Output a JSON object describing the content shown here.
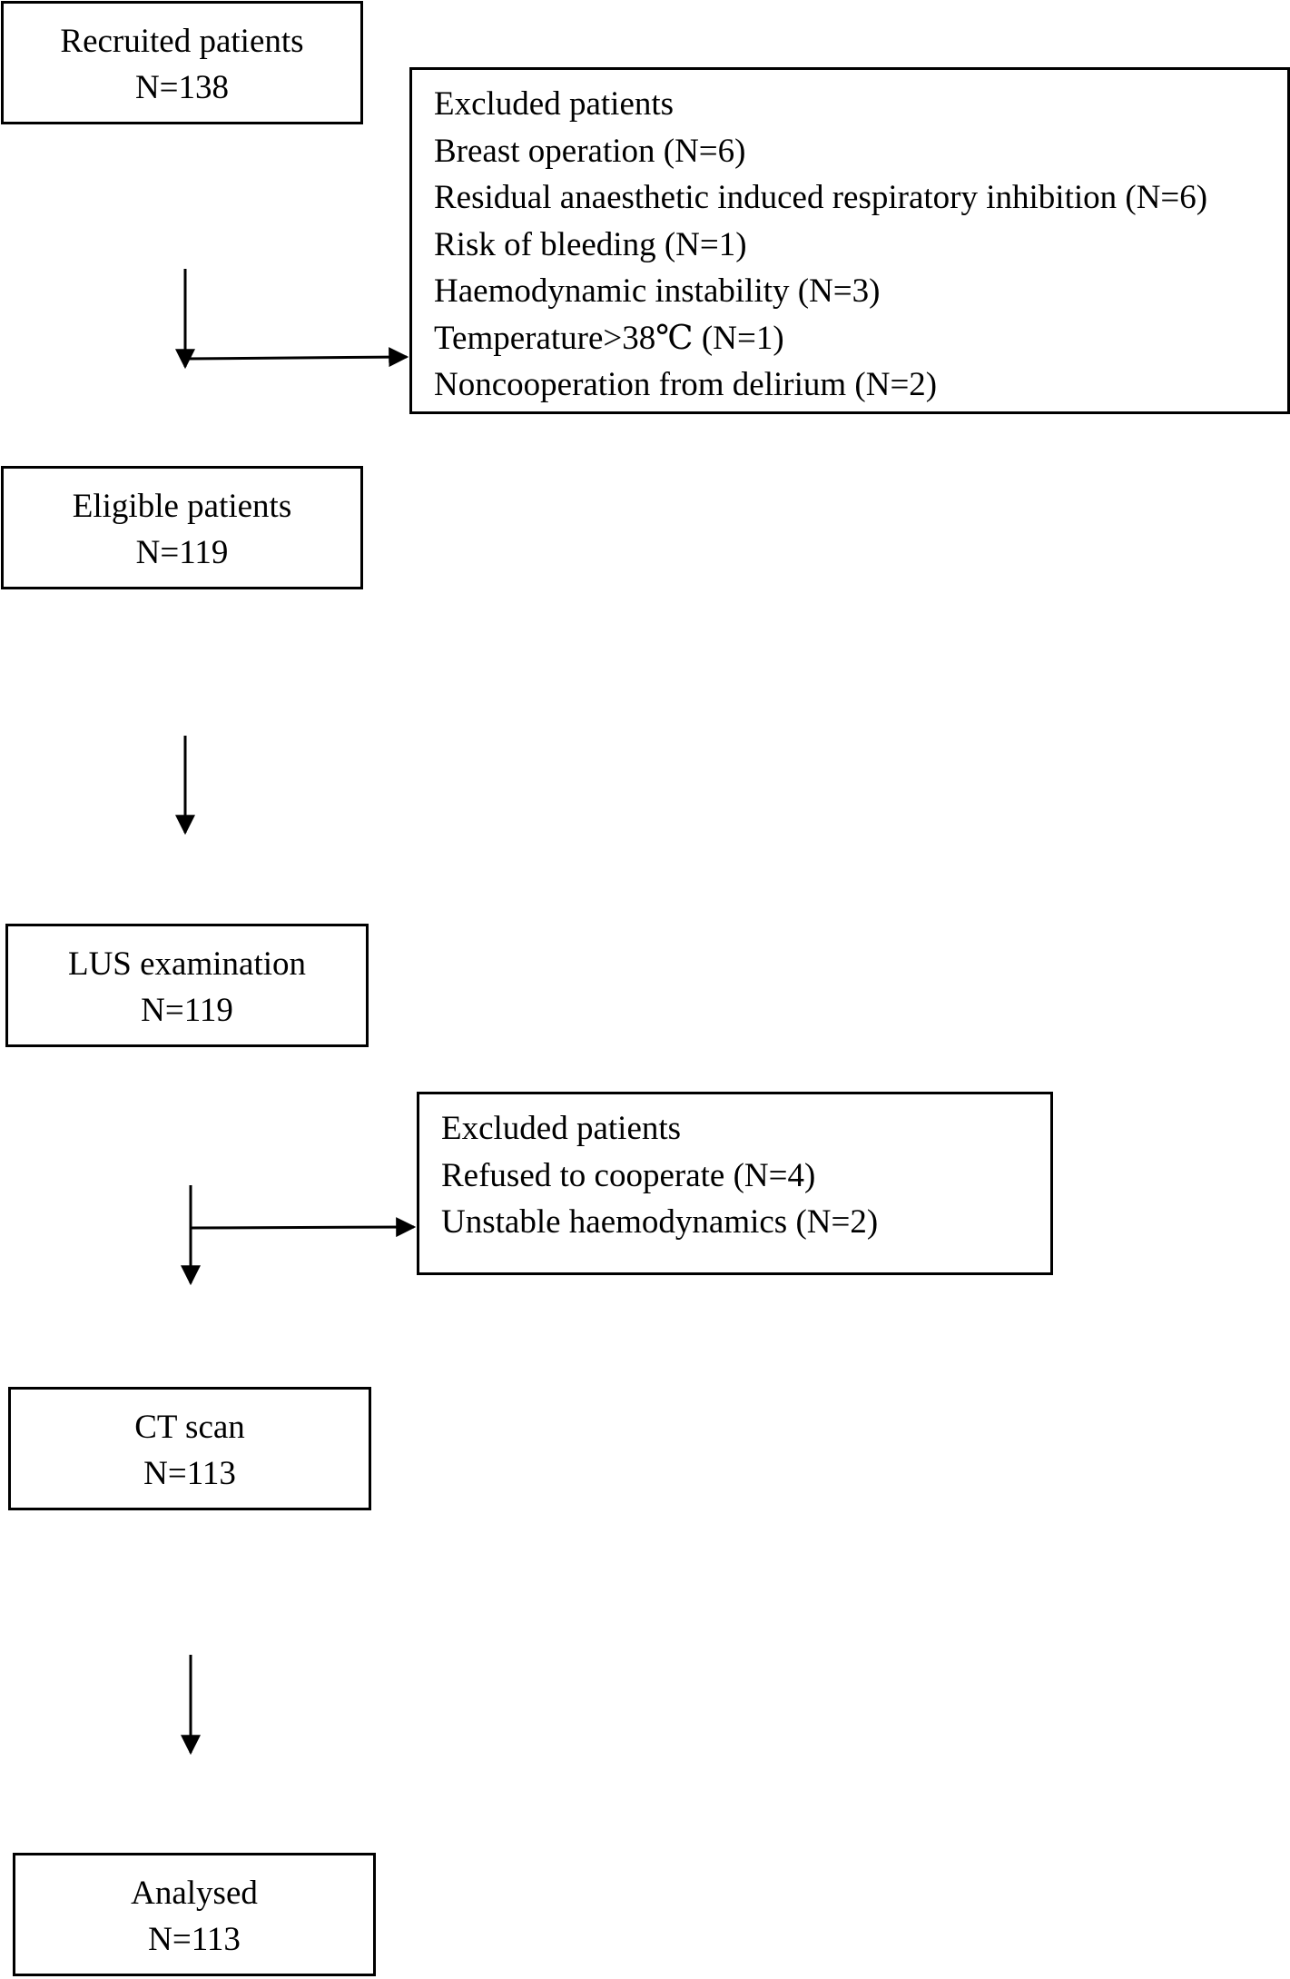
{
  "flow": {
    "recruited": {
      "label": "Recruited patients",
      "count": "N=138"
    },
    "eligible": {
      "label": "Eligible patients",
      "count": "N=119"
    },
    "lus": {
      "label": "LUS examination",
      "count": "N=119"
    },
    "ct": {
      "label": "CT scan",
      "count": "N=113"
    },
    "analysed": {
      "label": "Analysed",
      "count": "N=113"
    }
  },
  "exclusion1": {
    "title": "Excluded patients",
    "items": [
      "Breast operation (N=6)",
      "Residual anaesthetic induced respiratory inhibition (N=6)",
      "Risk of bleeding (N=1)",
      "Haemodynamic instability (N=3)",
      "Temperature>38℃ (N=1)",
      "Noncooperation from delirium (N=2)"
    ]
  },
  "exclusion2": {
    "title": "Excluded patients",
    "items": [
      "Refused to cooperate (N=4)",
      "Unstable haemodynamics (N=2)"
    ]
  },
  "colors": {
    "line": "#000000",
    "background": "#ffffff"
  }
}
